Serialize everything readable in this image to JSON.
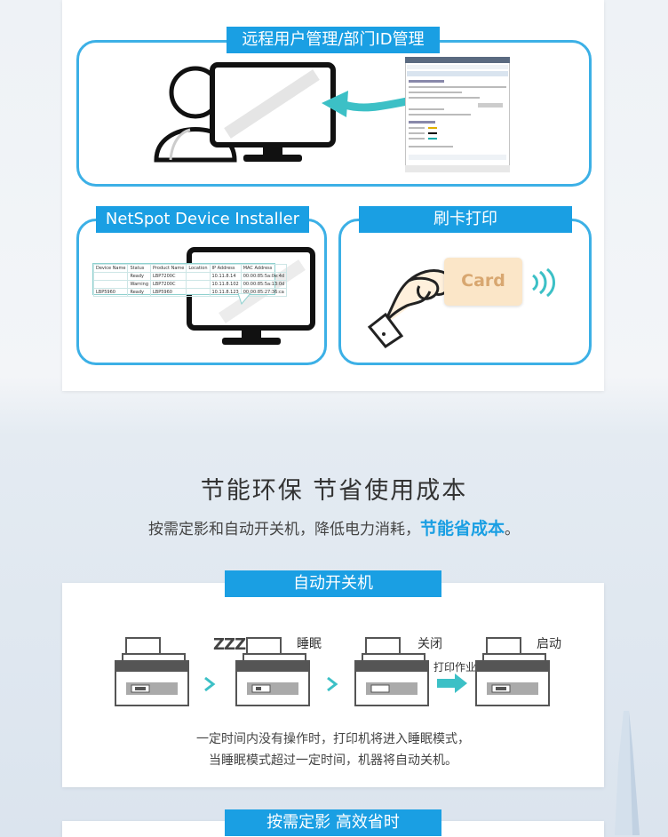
{
  "section1": {
    "remote_tag": "远程用户管理/部门ID管理",
    "netspot_tag": "NetSpot Device Installer",
    "card_tag": "刷卡打印",
    "card_label": "Card",
    "device_table": {
      "headers": [
        "Device Name",
        "Status",
        "Product Name",
        "Location",
        "IP Address",
        "MAC Address"
      ],
      "rows": [
        [
          "",
          "Ready",
          "LBP7200C",
          "",
          "10.11.8.14",
          "00:00:85:5a:0e:4d"
        ],
        [
          "",
          "Warning",
          "LBP7200C",
          "",
          "10.11.8.102",
          "00:00:85:5a:13:0d"
        ],
        [
          "LBP5960",
          "Ready",
          "LBP5960",
          "",
          "10.11.8.123",
          "00:00:85:27:36:ca"
        ]
      ]
    }
  },
  "section2": {
    "title": "节能环保 节省使用成本",
    "subtitle_prefix": "按需定影和自动开关机，降低电力消耗，",
    "subtitle_highlight": "节能省成本",
    "subtitle_suffix": "。",
    "auto_tag": "自动开关机",
    "zzz": "ZZZ",
    "step_sleep": "睡眠",
    "step_off": "关闭",
    "step_print_job": "打印作业",
    "step_start": "启动",
    "desc_line1": "一定时间内没有操作时，打印机将进入睡眠模式，",
    "desc_line2": "当睡眠模式超过一定时间，机器将自动关机。",
    "fixing_tag": "按需定影  高效省时"
  },
  "colors": {
    "accent": "#1a9fe3",
    "box_border": "#3cb0e6",
    "arrow_teal": "#3cc0c6"
  }
}
